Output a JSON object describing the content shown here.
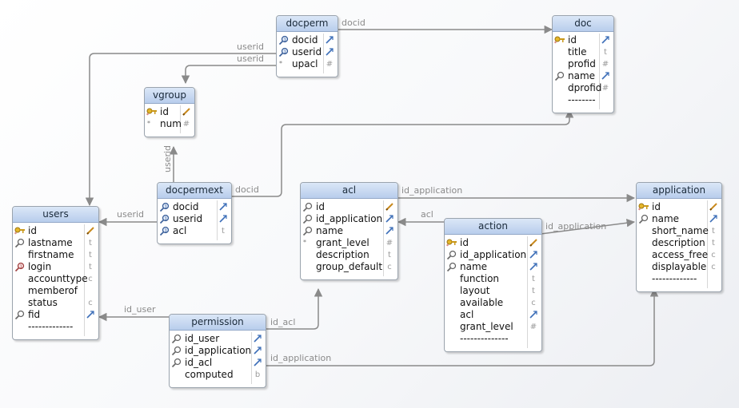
{
  "tables": [
    {
      "key": "docperm",
      "title": "docperm",
      "columns": [
        {
          "name": "docid",
          "icon": "fk-index-icon",
          "type": "link-icon"
        },
        {
          "name": "userid",
          "icon": "fk-index-icon",
          "type": "link-icon"
        },
        {
          "name": "upacl",
          "icon": "nullable-icon",
          "type": "#"
        }
      ]
    },
    {
      "key": "doc",
      "title": "doc",
      "columns": [
        {
          "name": "id",
          "icon": "primary-key-icon",
          "type": "link-icon"
        },
        {
          "name": "title",
          "icon": "none",
          "type": "t"
        },
        {
          "name": "profid",
          "icon": "none",
          "type": "#"
        },
        {
          "name": "name",
          "icon": "index-icon",
          "type": "link-icon"
        },
        {
          "name": "dprofid",
          "icon": "none",
          "type": "#"
        },
        {
          "name": "--------",
          "icon": "none",
          "type": ""
        }
      ]
    },
    {
      "key": "vgroup",
      "title": "vgroup",
      "columns": [
        {
          "name": "id",
          "icon": "primary-key-icon",
          "type": "edit-icon"
        },
        {
          "name": "num",
          "icon": "nullable-icon",
          "type": "#"
        }
      ]
    },
    {
      "key": "docpermext",
      "title": "docpermext",
      "columns": [
        {
          "name": "docid",
          "icon": "fk-index-icon",
          "type": "link-icon"
        },
        {
          "name": "userid",
          "icon": "fk-index-icon",
          "type": "link-icon"
        },
        {
          "name": "acl",
          "icon": "fk-index-icon",
          "type": "t"
        }
      ]
    },
    {
      "key": "users",
      "title": "users",
      "columns": [
        {
          "name": "id",
          "icon": "primary-key-icon",
          "type": "edit-icon"
        },
        {
          "name": "lastname",
          "icon": "index-icon",
          "type": "t"
        },
        {
          "name": "firstname",
          "icon": "none",
          "type": "t"
        },
        {
          "name": "login",
          "icon": "unique-index-icon",
          "type": "t"
        },
        {
          "name": "accounttype",
          "icon": "none",
          "type": "c"
        },
        {
          "name": "memberof",
          "icon": "none",
          "type": ""
        },
        {
          "name": "status",
          "icon": "none",
          "type": "c"
        },
        {
          "name": "fid",
          "icon": "index-icon",
          "type": "link-icon"
        },
        {
          "name": "-------------",
          "icon": "none",
          "type": ""
        }
      ]
    },
    {
      "key": "acl",
      "title": "acl",
      "columns": [
        {
          "name": "id",
          "icon": "index-icon",
          "type": "edit-icon"
        },
        {
          "name": "id_application",
          "icon": "index-icon",
          "type": "link-icon"
        },
        {
          "name": "name",
          "icon": "index-icon",
          "type": "link-icon"
        },
        {
          "name": "grant_level",
          "icon": "nullable-icon",
          "type": "#"
        },
        {
          "name": "description",
          "icon": "none",
          "type": "t"
        },
        {
          "name": "group_default",
          "icon": "none",
          "type": "c"
        }
      ]
    },
    {
      "key": "action",
      "title": "action",
      "columns": [
        {
          "name": "id",
          "icon": "primary-key-icon",
          "type": "edit-icon"
        },
        {
          "name": "id_application",
          "icon": "index-icon",
          "type": "link-icon"
        },
        {
          "name": "name",
          "icon": "index-icon",
          "type": "link-icon"
        },
        {
          "name": "function",
          "icon": "none",
          "type": "t"
        },
        {
          "name": "layout",
          "icon": "none",
          "type": "t"
        },
        {
          "name": "available",
          "icon": "none",
          "type": "c"
        },
        {
          "name": "acl",
          "icon": "none",
          "type": "link-icon"
        },
        {
          "name": "grant_level",
          "icon": "none",
          "type": "#"
        },
        {
          "name": "--------------",
          "icon": "none",
          "type": ""
        }
      ]
    },
    {
      "key": "application",
      "title": "application",
      "columns": [
        {
          "name": "id",
          "icon": "primary-key-icon",
          "type": "edit-icon"
        },
        {
          "name": "name",
          "icon": "index-icon",
          "type": "link-icon"
        },
        {
          "name": "short_name",
          "icon": "none",
          "type": "t"
        },
        {
          "name": "description",
          "icon": "none",
          "type": "t"
        },
        {
          "name": "access_free",
          "icon": "none",
          "type": "c"
        },
        {
          "name": "displayable",
          "icon": "none",
          "type": "c"
        },
        {
          "name": "-------------",
          "icon": "none",
          "type": ""
        }
      ]
    },
    {
      "key": "permission",
      "title": "permission",
      "columns": [
        {
          "name": "id_user",
          "icon": "index-icon",
          "type": "link-icon"
        },
        {
          "name": "id_application",
          "icon": "index-icon",
          "type": "link-icon"
        },
        {
          "name": "id_acl",
          "icon": "index-icon",
          "type": "link-icon"
        },
        {
          "name": "computed",
          "icon": "none",
          "type": "b"
        }
      ]
    }
  ],
  "relations": [
    {
      "key": "docperm-doc",
      "label": "docid"
    },
    {
      "key": "docperm-users",
      "label": "userid"
    },
    {
      "key": "docperm-vgroup",
      "label": "userid"
    },
    {
      "key": "docpermext-vgroup",
      "label": "userid"
    },
    {
      "key": "docpermext-doc",
      "label": "docid"
    },
    {
      "key": "docpermext-users",
      "label": "userid"
    },
    {
      "key": "acl-application",
      "label": "id_application"
    },
    {
      "key": "action-acl",
      "label": "acl"
    },
    {
      "key": "action-application",
      "label": "id_application"
    },
    {
      "key": "permission-users",
      "label": "id_user"
    },
    {
      "key": "permission-acl",
      "label": "id_acl"
    },
    {
      "key": "permission-application",
      "label": "id_application"
    }
  ],
  "colors": {
    "header_top": "#dbe7f7",
    "header_bottom": "#b8cdec",
    "line": "#8a8a8a",
    "border": "#9aa3ad"
  }
}
